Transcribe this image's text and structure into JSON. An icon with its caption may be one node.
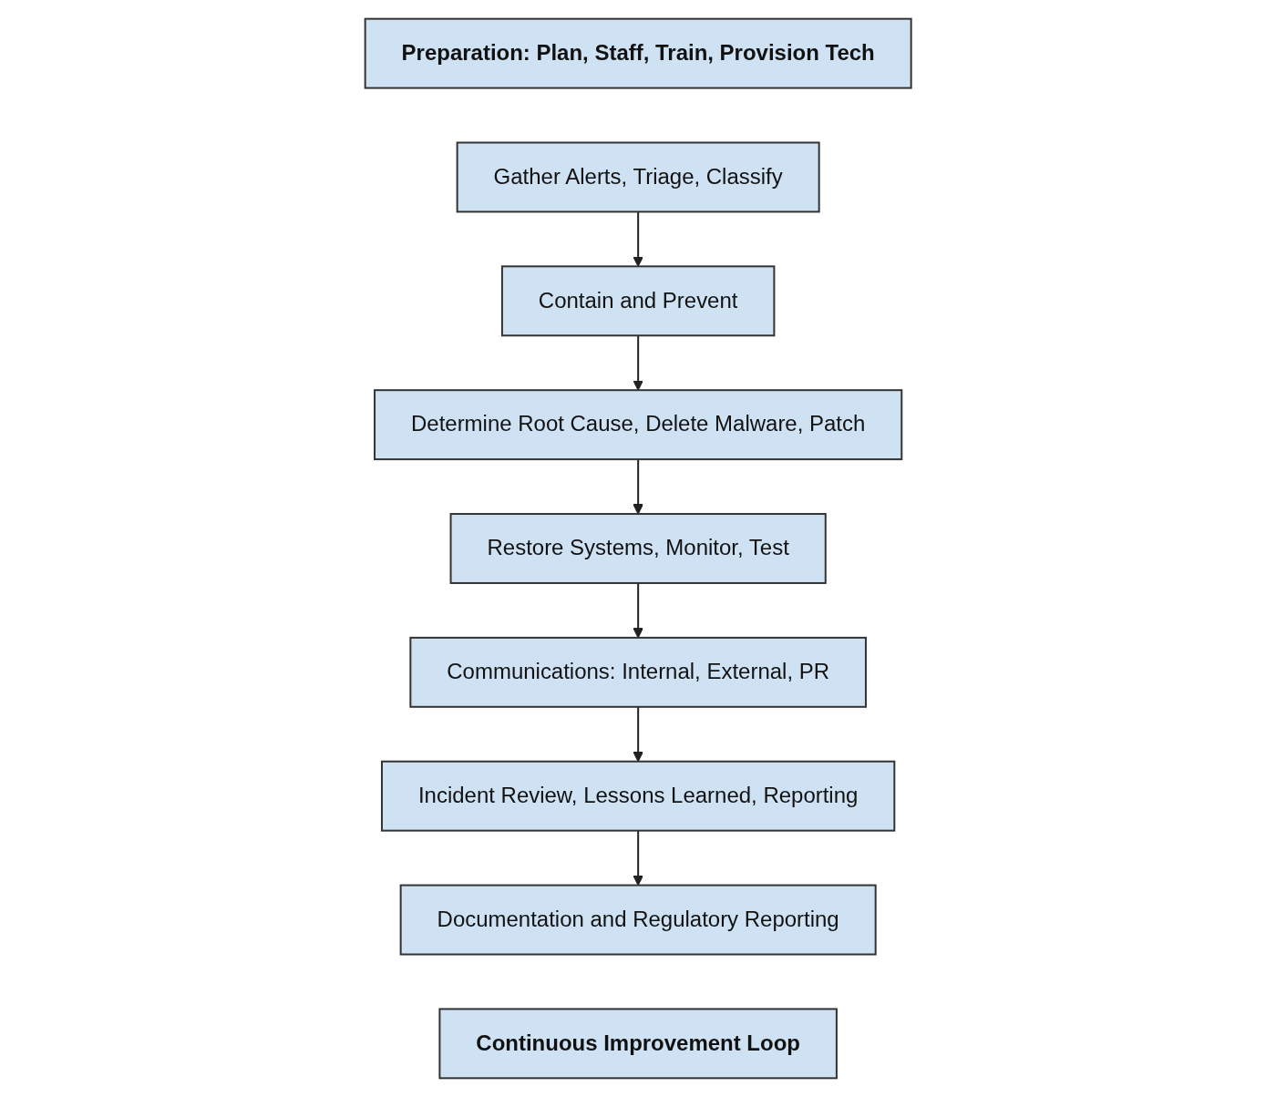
{
  "diagram": {
    "nodes": [
      {
        "text": [
          "Preparation: Plan, Staff, Train, Provision Tech"
        ]
      },
      {
        "text": [
          "Gather Alerts, Triage, Classify"
        ]
      },
      {
        "text": [
          "Contain and Prevent"
        ]
      },
      {
        "text": [
          "Determine Root Cause, Delete Malware, Patch"
        ]
      },
      {
        "text": [
          "Restore Systems, Monitor, Test"
        ]
      },
      {
        "text": [
          "Communications: Internal, External, PR"
        ]
      },
      {
        "text": [
          "Incident Review, Lessons Learned, Reporting"
        ]
      },
      {
        "text": [
          "Documentation and Regulatory Reporting"
        ]
      },
      {
        "text": [
          "Continuous Improvement Loop"
        ]
      }
    ],
    "edges": [
      {
        "from": 1,
        "to": 2,
        "arrow": "to"
      },
      {
        "from": 2,
        "to": 3,
        "arrow": "to"
      },
      {
        "from": 3,
        "to": 4,
        "arrow": "to"
      },
      {
        "from": 4,
        "to": 5,
        "arrow": "to"
      },
      {
        "from": 5,
        "to": 6,
        "arrow": "to"
      },
      {
        "from": 6,
        "to": 7,
        "arrow": "to"
      }
    ]
  }
}
